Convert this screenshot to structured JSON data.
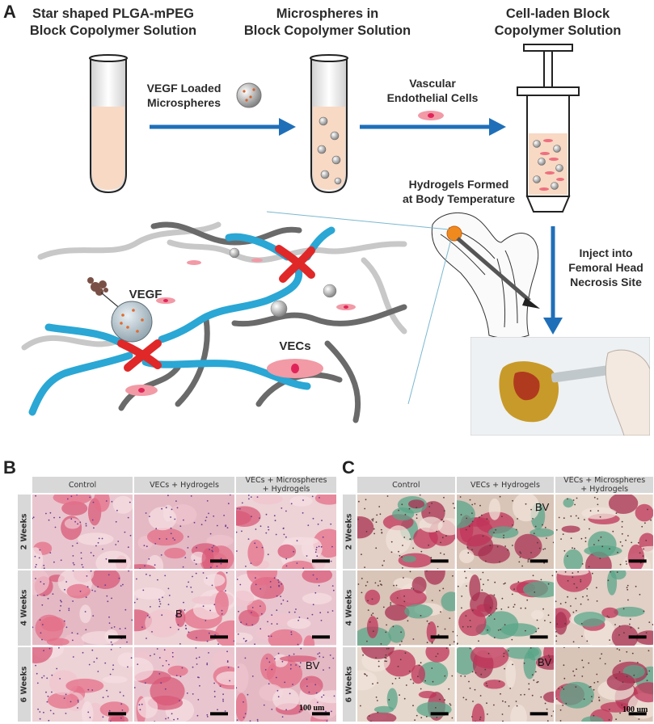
{
  "panel_a": {
    "letter": "A",
    "step1_title": [
      "Star shaped PLGA-mPEG",
      "Block Copolymer Solution"
    ],
    "step2_title": [
      "Microspheres in",
      "Block Copolymer Solution"
    ],
    "step3_title": [
      "Cell-laden Block",
      "Copolymer Solution"
    ],
    "arrow1_label": [
      "VEGF Loaded",
      "Microspheres"
    ],
    "arrow2_label": [
      "Vascular",
      "Endothelial Cells"
    ],
    "hydrogel_label": [
      "Hydrogels Formed",
      "at Body Temperature"
    ],
    "inject_label": [
      "Inject into",
      "Femoral Head",
      "Necrosis Site"
    ],
    "vegf_label": "VEGF",
    "vecs_label": "VECs"
  },
  "panel_b": {
    "letter": "B",
    "columns": [
      "Control",
      "VECs + Hydrogels",
      "VECs + Microspheres\n+ Hydrogels"
    ],
    "rows": [
      "2 Weeks",
      "4 Weeks",
      "6 Weeks"
    ],
    "annotation_b": "B",
    "annotation_bv": "BV",
    "scale_text": "100 um"
  },
  "panel_c": {
    "letter": "C",
    "columns": [
      "Control",
      "VECs + Hydrogels",
      "VECs + Microspheres\n+ Hydrogels"
    ],
    "rows": [
      "2 Weeks",
      "4 Weeks",
      "6 Weeks"
    ],
    "annotation_bv_top": "BV",
    "annotation_bv_bottom": "BV",
    "scale_text": "100 um"
  },
  "colors": {
    "arrow": "#1f6fb8",
    "polymer_blue": "#2aa7d4",
    "polymer_red": "#e02828",
    "solution": "#f8d9c4",
    "cell": "#f29aa6",
    "he_pink": "#e8899a",
    "masson_green": "#5aa58a"
  }
}
